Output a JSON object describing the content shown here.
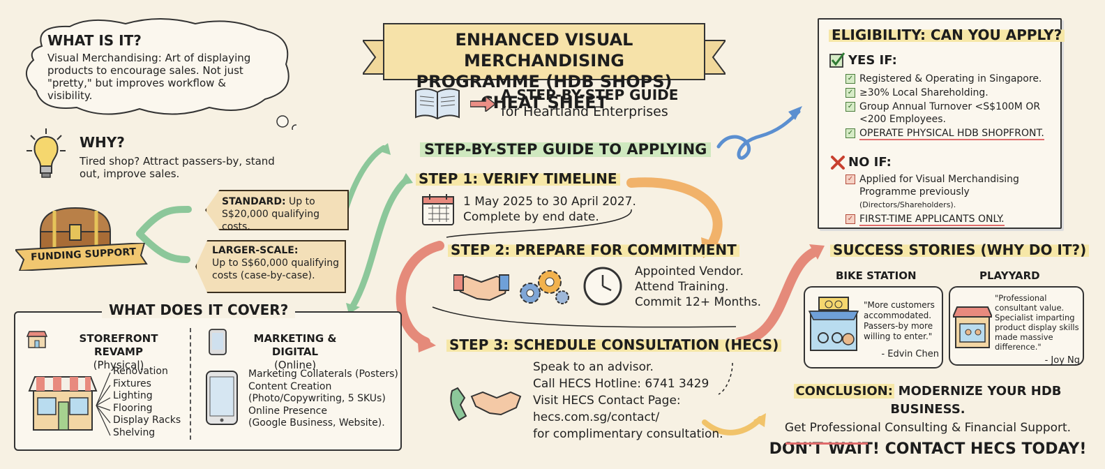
{
  "title": {
    "line1": "ENHANCED VISUAL MERCHANDISING",
    "line2": "PROGRAMME (HDB SHOPS) CHEAT SHEET"
  },
  "subtitle": {
    "line1": "A STEP-BY-STEP GUIDE",
    "line2": "for Heartland Enterprises"
  },
  "what_is_it": {
    "heading": "WHAT IS IT?",
    "body": "Visual Merchandising: Art of displaying products to encourage sales. Not just \"pretty,\" but improves workflow & visibility."
  },
  "why": {
    "heading": "WHY?",
    "body": "Tired shop? Attract passers-by, stand out, improve sales."
  },
  "funding": {
    "label": "FUNDING SUPPORT",
    "standard": {
      "title": "STANDARD:",
      "text1": "Up to",
      "text2": "S$20,000 qualifying costs."
    },
    "larger": {
      "title": "LARGER-SCALE:",
      "text1": "Up to S$60,000 qualifying",
      "text2": "costs (case-by-case)."
    }
  },
  "coverage": {
    "heading": "WHAT DOES IT COVER?",
    "storefront": {
      "title": "STOREFRONT REVAMP",
      "sub": "(Physical)",
      "items": [
        "Renovation",
        "Fixtures",
        "Lighting",
        "Flooring",
        "Display Racks",
        "Shelving"
      ]
    },
    "marketing": {
      "title": "MARKETING & DIGITAL",
      "sub": "(Online)",
      "items": [
        "Marketing Collaterals (Posters)",
        "Content Creation",
        "(Photo/Copywriting, 5 SKUs)",
        "Online Presence",
        "(Google Business, Website)."
      ]
    }
  },
  "guide": {
    "heading": "STEP-BY-STEP GUIDE TO APPLYING",
    "step1": {
      "title": "STEP 1: VERIFY TIMELINE",
      "line1": "1 May 2025 to 30 April 2027.",
      "line2": "Complete by end date."
    },
    "step2": {
      "title": "STEP 2: PREPARE FOR COMMITMENT",
      "line1": "Appointed Vendor.",
      "line2": "Attend Training.",
      "line3": "Commit 12+ Months."
    },
    "step3": {
      "title": "STEP 3: SCHEDULE CONSULTATION (HECS)",
      "lines": [
        "Speak to an advisor.",
        "Call HECS Hotline: 6741 3429",
        "Visit HECS Contact Page:",
        "hecs.com.sg/contact/",
        "for complimentary consultation."
      ]
    }
  },
  "eligibility": {
    "heading": "ELIGIBILITY: CAN YOU APPLY?",
    "yes_heading": "YES IF:",
    "yes_items": [
      "Registered & Operating in Singapore.",
      "≥30% Local Shareholding.",
      "Group Annual Turnover <S$100M OR",
      "<200 Employees.",
      "OPERATE PHYSICAL HDB SHOPFRONT."
    ],
    "no_heading": "NO IF:",
    "no_items": [
      "Applied for Visual Merchandising",
      "Programme previously",
      "(Directors/Shareholders).",
      "FIRST-TIME APPLICANTS ONLY."
    ]
  },
  "success": {
    "heading": "SUCCESS STORIES (WHY DO IT?)",
    "story1": {
      "name": "BIKE STATION",
      "quote": "\"More customers accommodated. Passers-by more willing to enter.\"",
      "author": "- Edvin Chen"
    },
    "story2": {
      "name": "PLAYYARD",
      "quote": "\"Professional consultant value. Specialist imparting product display skills made massive difference.\"",
      "author": "- Joy Ng"
    }
  },
  "conclusion": {
    "label": "CONCLUSION:",
    "line1": "MODERNIZE YOUR HDB BUSINESS.",
    "line2": "Get Professional Consulting & Financial Support.",
    "line3": "DON'T WAIT! CONTACT HECS TODAY!"
  },
  "colors": {
    "paper": "#f7f1e3",
    "highlight_yellow": "#f6e7a7",
    "highlight_green": "#cfe8bf",
    "arrow_green": "#8cc79a",
    "arrow_orange": "#f1b26a",
    "arrow_red": "#e58a7a",
    "arrow_blue": "#5b8fd0"
  }
}
